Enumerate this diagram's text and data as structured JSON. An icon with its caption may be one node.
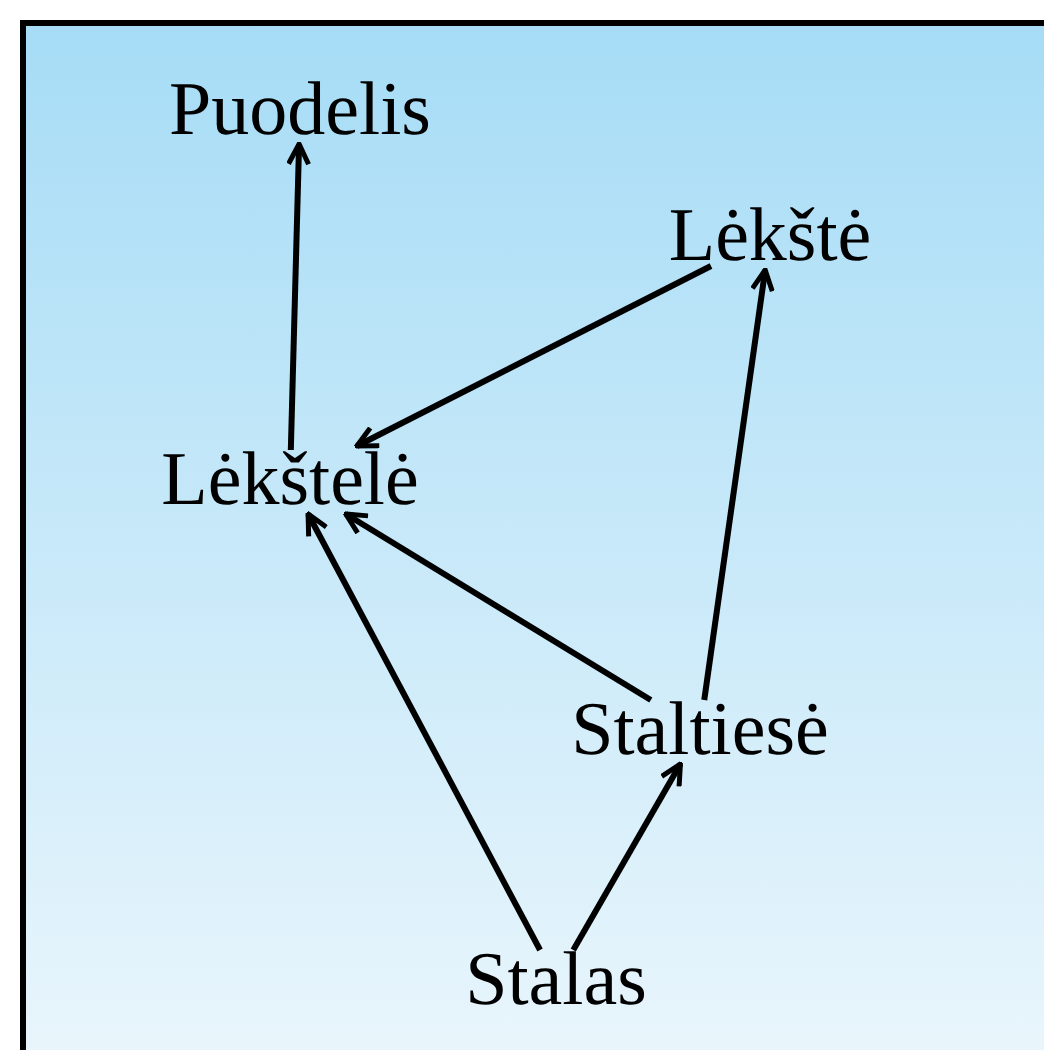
{
  "diagram": {
    "nodes": [
      {
        "text": [
          "Puodelis"
        ]
      },
      {
        "text": [
          "Lėkštė"
        ]
      },
      {
        "text": [
          "Lėkštelė"
        ]
      },
      {
        "text": [
          "Staltiesė"
        ]
      },
      {
        "text": [
          "Stalas"
        ]
      }
    ],
    "edges": [
      {
        "from": 2,
        "to": 0,
        "arrow": "to"
      },
      {
        "from": 1,
        "to": 2,
        "arrow": "to"
      },
      {
        "from": 3,
        "to": 1,
        "arrow": "to"
      },
      {
        "from": 3,
        "to": 2,
        "arrow": "to"
      },
      {
        "from": 4,
        "to": 2,
        "arrow": "to"
      },
      {
        "from": 4,
        "to": 3,
        "arrow": "to"
      }
    ]
  }
}
